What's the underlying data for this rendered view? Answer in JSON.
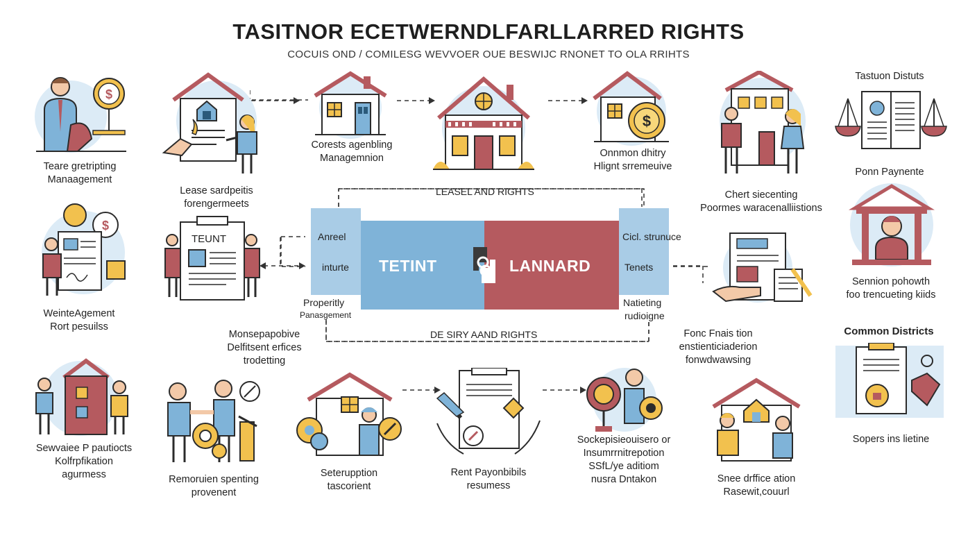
{
  "header": {
    "title": "TASITNOR ECETWERNDLFARLLARRED RIGHTS",
    "subtitle": "COCUIS OND / COMILESG WEVVOER OUE BESWIJC RNONET TO OLA RRIHTS"
  },
  "center": {
    "top_label": "LEASEL AND RIGHTS",
    "bottom_label": "DE SIRY AAND RIGHTS",
    "tenant_label": "TETINT",
    "landlord_label": "LANNARD",
    "left_top": "Anreel",
    "left_mid": "inturte",
    "left_bottom_1": "Properitly",
    "left_bottom_2": "Panasgement",
    "right_top": "Cicl. strunuce",
    "right_mid": "Tenets",
    "right_bottom_1": "Natieting",
    "right_bottom_2": "rudioigne",
    "colors": {
      "tenant": "#7fb3d8",
      "landlord": "#b55a5f",
      "tenant_edge": "#a9cce6",
      "landlord_edge": "#a9cce6"
    }
  },
  "captions": {
    "c1": [
      "Teare gretripting",
      "Manaagement"
    ],
    "c2": [
      "Lease sardpeitis",
      "forengermeets"
    ],
    "c3": [
      "Corests agenbling",
      "Managemnion"
    ],
    "c4": [
      "Onnmon dhitry",
      "Hlignt srremeuive"
    ],
    "c5": [
      "Chert siecenting",
      "Poormes waracenalliistions"
    ],
    "c6": "Tastuon Distuts",
    "c7": "Ponn Paynente",
    "c8": [
      "WeinteAgement",
      "Rort pesuilss"
    ],
    "c9": [
      "Monsepapobive",
      "Delfitsent erfices",
      "trodetting"
    ],
    "c10": [
      "Fonc Fnais tion",
      "enstienticiaderion",
      "fonwdwawsing"
    ],
    "c11": [
      "Sennion pohowth",
      "foo trencueting kiids"
    ],
    "c12": "Common Districts",
    "c13": [
      "Sewvaiee P pautiocts",
      "Kolfrpfikation",
      "agurmess"
    ],
    "c14": [
      "Remoruien spenting",
      "provenent"
    ],
    "c15": [
      "Seterupption",
      "tascorient"
    ],
    "c16": [
      "Rent Payonbibils",
      "resumess"
    ],
    "c17": [
      "Sockepisieouisero or",
      "Insumrrnitrepotion",
      "SSfL/ye aditiom",
      "nusra Dntakon"
    ],
    "c18": [
      "Snee drffice ation",
      "Rasewit,couurl"
    ],
    "c19": "Sopers ins lietine",
    "doc_label": "TEUNT"
  },
  "palette": {
    "blue": "#7fb3d8",
    "light_blue": "#dcebf6",
    "red": "#b55a5f",
    "yellow": "#f2c14e",
    "skin": "#f3c9a8",
    "ink": "#2b2b2b"
  },
  "icons": [
    "landlord-money-icon",
    "lease-handover-icon",
    "house-icon",
    "house-icon",
    "house-coin-icon",
    "house-couple-icon",
    "scales-document-icon",
    "courthouse-icon",
    "agreement-document-icon",
    "tenant-document-icon",
    "writing-document-icon",
    "shield-document-icon",
    "house-people-icon",
    "handshake-icon",
    "house-tools-icon",
    "document-hands-icon",
    "gear-person-icon",
    "house-pair-icon"
  ]
}
